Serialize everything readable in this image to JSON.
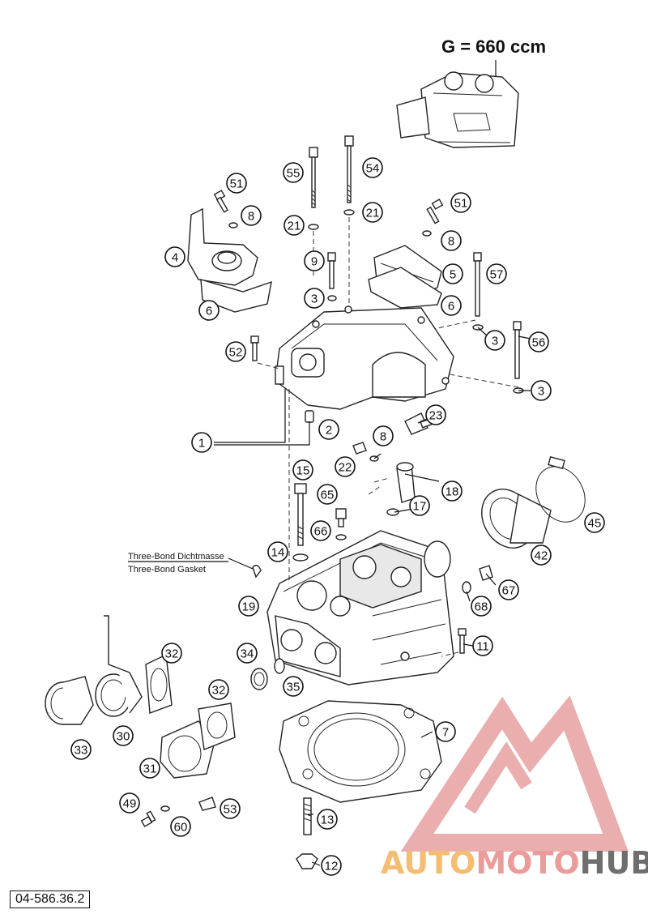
{
  "header": {
    "title": "G = 660 ccm"
  },
  "notes": {
    "line1": "Three-Bond Dichtmasse",
    "line2": "Three-Bond Gasket"
  },
  "document_code": "04-586.36.2",
  "watermark": {
    "part1": "AUTO",
    "part2": "MOTO",
    "part3": "HUB",
    "colors": {
      "triangle": "#e8a0a0",
      "orange": "#f2b25a",
      "pink": "#e98a8a",
      "dark": "#555555"
    }
  },
  "callouts": [
    {
      "n": "1"
    },
    {
      "n": "2"
    },
    {
      "n": "3"
    },
    {
      "n": "3"
    },
    {
      "n": "3"
    },
    {
      "n": "4"
    },
    {
      "n": "5"
    },
    {
      "n": "6"
    },
    {
      "n": "6"
    },
    {
      "n": "7"
    },
    {
      "n": "8"
    },
    {
      "n": "8"
    },
    {
      "n": "8"
    },
    {
      "n": "9"
    },
    {
      "n": "11"
    },
    {
      "n": "12"
    },
    {
      "n": "13"
    },
    {
      "n": "14"
    },
    {
      "n": "15"
    },
    {
      "n": "17"
    },
    {
      "n": "18"
    },
    {
      "n": "19"
    },
    {
      "n": "21"
    },
    {
      "n": "21"
    },
    {
      "n": "22"
    },
    {
      "n": "23"
    },
    {
      "n": "30"
    },
    {
      "n": "31"
    },
    {
      "n": "32"
    },
    {
      "n": "32"
    },
    {
      "n": "33"
    },
    {
      "n": "34"
    },
    {
      "n": "35"
    },
    {
      "n": "42"
    },
    {
      "n": "45"
    },
    {
      "n": "49"
    },
    {
      "n": "51"
    },
    {
      "n": "51"
    },
    {
      "n": "52"
    },
    {
      "n": "53"
    },
    {
      "n": "54"
    },
    {
      "n": "55"
    },
    {
      "n": "56"
    },
    {
      "n": "57"
    },
    {
      "n": "60"
    },
    {
      "n": "65"
    },
    {
      "n": "66"
    },
    {
      "n": "67"
    },
    {
      "n": "68"
    }
  ]
}
